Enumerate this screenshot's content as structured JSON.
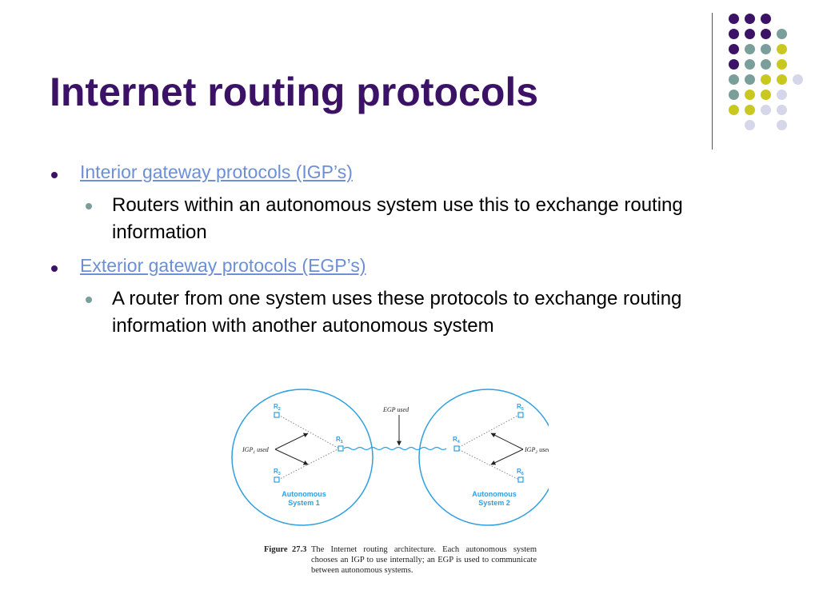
{
  "slide": {
    "title": "Internet routing protocols",
    "bullets": [
      {
        "text": "Interior gateway protocols (IGP’s)",
        "sub": "Routers within an autonomous system use this to exchange routing information"
      },
      {
        "text": "Exterior gateway protocols (EGP’s)",
        "sub": "A router from one system uses these protocols to exchange routing information with another autonomous system"
      }
    ]
  },
  "figure": {
    "as1": {
      "line1": "Autonomous",
      "line2": "System 1",
      "igp_prefix": "IGP",
      "igp_sub": "1",
      "igp_suffix": " used"
    },
    "as2": {
      "line1": "Autonomous",
      "line2": "System 2",
      "igp_prefix": "IGP",
      "igp_sub": "2",
      "igp_suffix": " used"
    },
    "egp_label": "EGP used",
    "routers": {
      "r1": {
        "base": "R",
        "sub": "1"
      },
      "r2": {
        "base": "R",
        "sub": "2"
      },
      "r3": {
        "base": "R",
        "sub": "3"
      },
      "r4": {
        "base": "R",
        "sub": "4"
      },
      "r5": {
        "base": "R",
        "sub": "5"
      },
      "r6": {
        "base": "R",
        "sub": "6"
      }
    },
    "caption": {
      "label": "Figure",
      "number": "27.3",
      "text": "The Internet routing architecture. Each autonomous system chooses an IGP to use internally; an EGP is used to communicate between autonomous systems."
    }
  },
  "colors": {
    "title": "#3b1266",
    "link": "#6d8fd4",
    "diagram_blue": "#2f9fe0",
    "dot_purple": "#3b1266",
    "dot_teal": "#7a9e9a",
    "dot_yellow": "#c8c81e",
    "dot_lavender": "#d6d6ea"
  }
}
